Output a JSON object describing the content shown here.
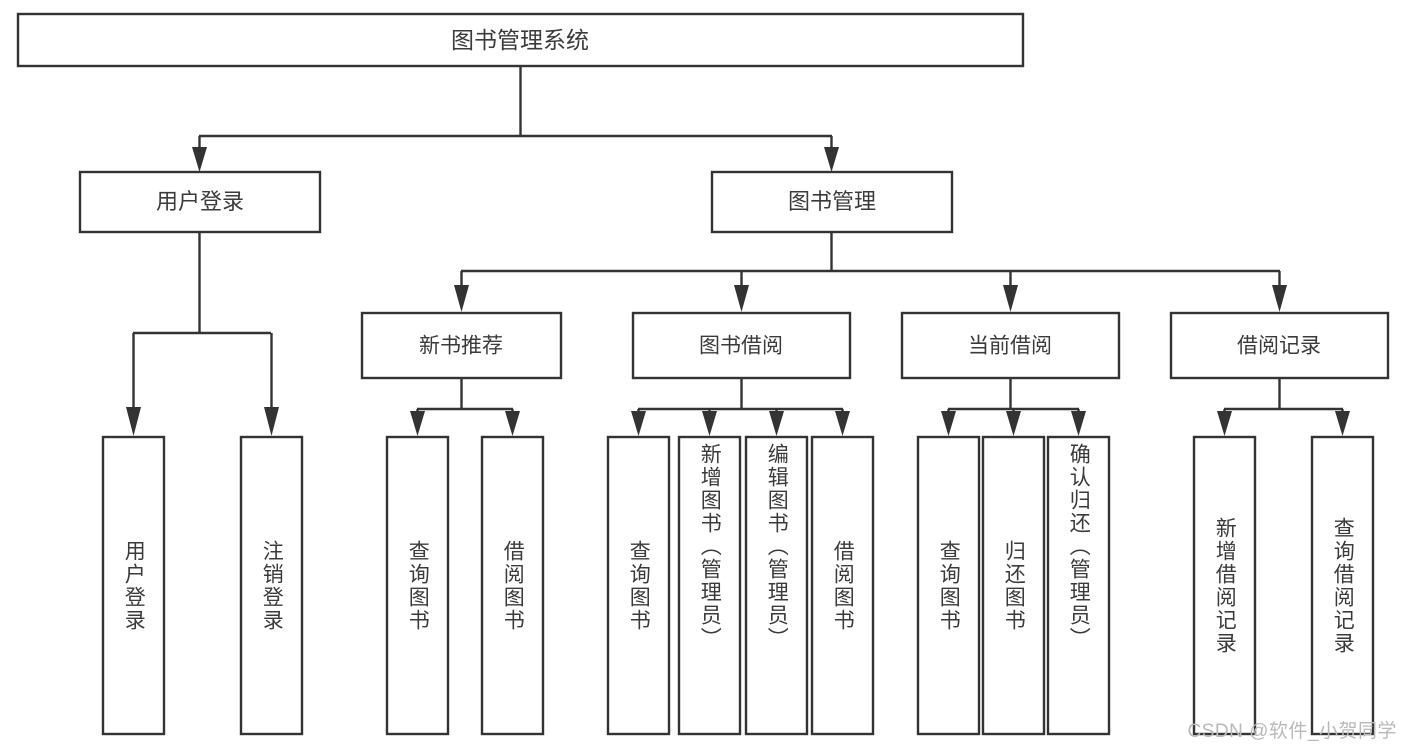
{
  "meta": {
    "diagram_title": "图书管理系统 功能结构图",
    "watermark": "CSDN @软件_小贺同学",
    "colors": {
      "background": "#ffffff",
      "box_fill": "#ffffff",
      "box_stroke": "#333333",
      "connector": "#333333",
      "text": "#3b3b3b",
      "watermark": "#b9b9b9"
    }
  },
  "chart_data": {
    "type": "diagram",
    "subtype": "tree",
    "title": "图书管理系统",
    "orientation": "top-down",
    "levels": 4,
    "nodes": [
      {
        "id": "root",
        "label": "图书管理系统",
        "level": 1,
        "parent": null
      },
      {
        "id": "login",
        "label": "用户登录",
        "level": 2,
        "parent": "root"
      },
      {
        "id": "bookmgmt",
        "label": "图书管理",
        "level": 2,
        "parent": "root"
      },
      {
        "id": "newbook",
        "label": "新书推荐",
        "level": 3,
        "parent": "bookmgmt"
      },
      {
        "id": "borrow",
        "label": "图书借阅",
        "level": 3,
        "parent": "bookmgmt"
      },
      {
        "id": "current",
        "label": "当前借阅",
        "level": 3,
        "parent": "bookmgmt"
      },
      {
        "id": "record",
        "label": "借阅记录",
        "level": 3,
        "parent": "bookmgmt"
      },
      {
        "id": "l1",
        "label": "用户登录",
        "level": 4,
        "parent": "login"
      },
      {
        "id": "l2",
        "label": "注销登录",
        "level": 4,
        "parent": "login"
      },
      {
        "id": "l3",
        "label": "查询图书",
        "level": 4,
        "parent": "newbook"
      },
      {
        "id": "l4",
        "label": "借阅图书",
        "level": 4,
        "parent": "newbook"
      },
      {
        "id": "l5",
        "label": "查询图书",
        "level": 4,
        "parent": "borrow"
      },
      {
        "id": "l6",
        "label": "新增图书（管理员）",
        "level": 4,
        "parent": "borrow"
      },
      {
        "id": "l7",
        "label": "编辑图书（管理员）",
        "level": 4,
        "parent": "borrow"
      },
      {
        "id": "l8",
        "label": "借阅图书",
        "level": 4,
        "parent": "borrow"
      },
      {
        "id": "l9",
        "label": "查询图书",
        "level": 4,
        "parent": "current"
      },
      {
        "id": "l10",
        "label": "归还图书",
        "level": 4,
        "parent": "current"
      },
      {
        "id": "l11",
        "label": "确认归还（管理员）",
        "level": 4,
        "parent": "current"
      },
      {
        "id": "l12",
        "label": "新增借阅记录",
        "level": 4,
        "parent": "record"
      },
      {
        "id": "l13",
        "label": "查询借阅记录",
        "level": 4,
        "parent": "record"
      }
    ]
  },
  "nodes": {
    "root": {
      "label": "图书管理系统"
    },
    "login": {
      "label": "用户登录"
    },
    "bookmgmt": {
      "label": "图书管理"
    },
    "newbook": {
      "label": "新书推荐"
    },
    "borrow": {
      "label": "图书借阅"
    },
    "current": {
      "label": "当前借阅"
    },
    "record": {
      "label": "借阅记录"
    },
    "leaf_login_1": {
      "label": "用户登录"
    },
    "leaf_login_2": {
      "label": "注销登录"
    },
    "leaf_newbook_1": {
      "label": "查询图书"
    },
    "leaf_newbook_2": {
      "label": "借阅图书"
    },
    "leaf_borrow_1": {
      "label": "查询图书"
    },
    "leaf_borrow_2": {
      "label": "新增图书（管理员）"
    },
    "leaf_borrow_3": {
      "label": "编辑图书（管理员）"
    },
    "leaf_borrow_4": {
      "label": "借阅图书"
    },
    "leaf_current_1": {
      "label": "查询图书"
    },
    "leaf_current_2": {
      "label": "归还图书"
    },
    "leaf_current_3": {
      "label": "确认归还（管理员）"
    },
    "leaf_record_1": {
      "label": "新增借阅记录"
    },
    "leaf_record_2": {
      "label": "查询借阅记录"
    }
  }
}
